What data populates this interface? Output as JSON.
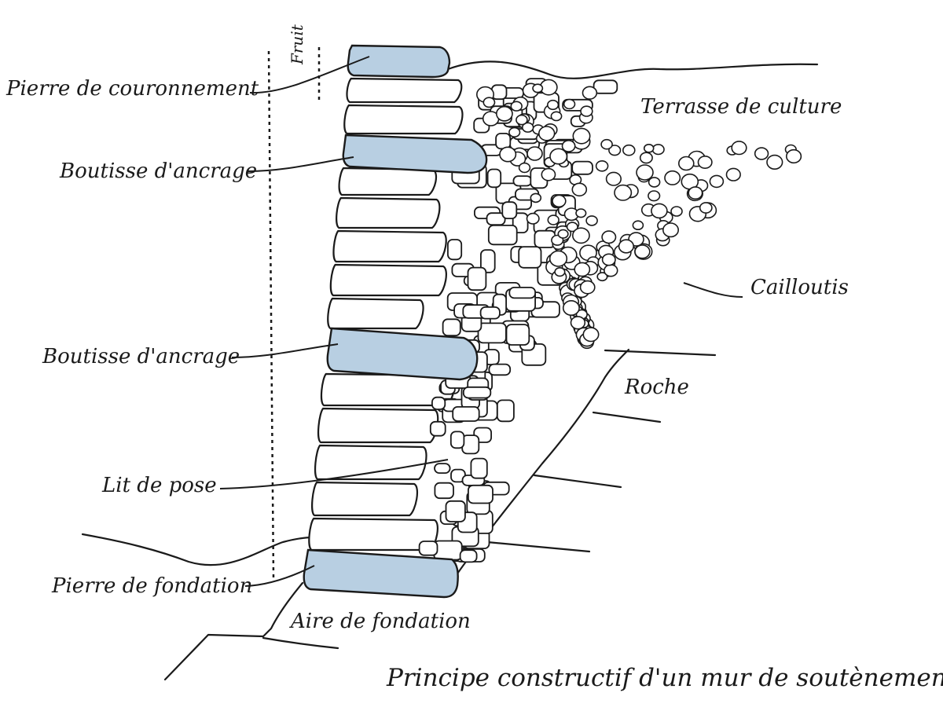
{
  "labels": {
    "pierre_couronnement": "Pierre de couronnement",
    "boutisse_1": "Boutisse d'ancrage",
    "boutisse_2": "Boutisse d'ancrage",
    "lit_de_pose": "Lit de pose",
    "pierre_fondation": "Pierre de fondation",
    "aire_fondation": "Aire de fondation",
    "fruit": "Fruit",
    "terrasse": "Terrasse de culture",
    "cailloutis": "Cailloutis",
    "roche": "Roche"
  },
  "caption": "Principe constructif d'un mur de soutènement.",
  "colors": {
    "ink": "#1a1a1a",
    "anchor_stone": "#b8cfe2",
    "background": "#ffffff"
  }
}
